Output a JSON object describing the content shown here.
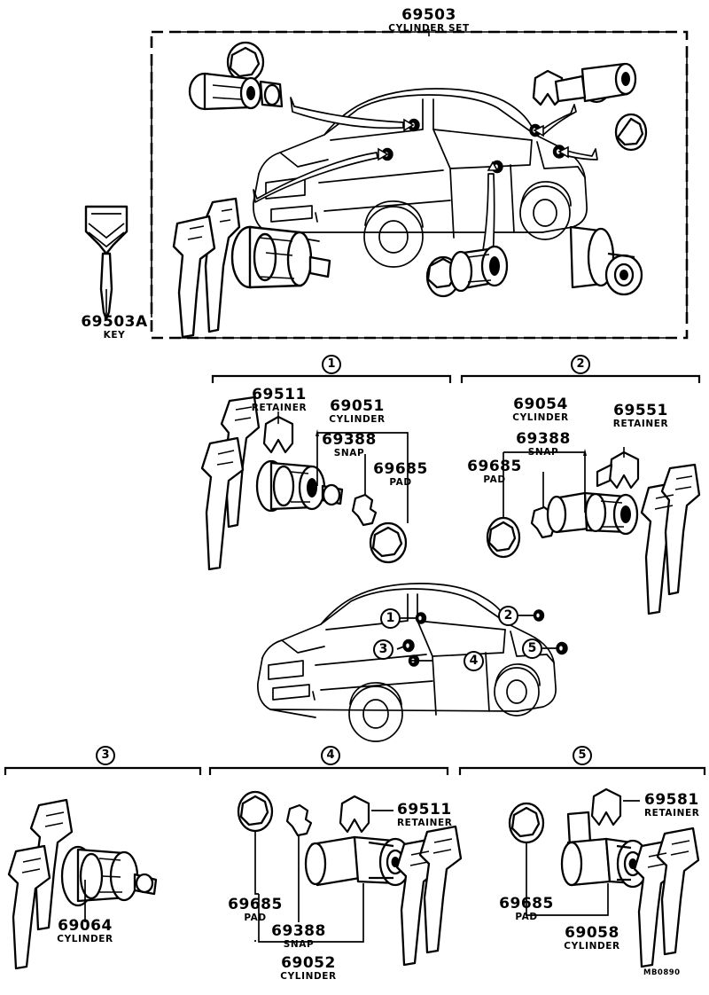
{
  "diagram": {
    "title": {
      "number": "69503",
      "name": "CYLINDER SET"
    },
    "corner_code": "MB0890"
  },
  "key_part": {
    "number": "69503A",
    "name": "KEY"
  },
  "group_markers": {
    "g1": "1",
    "g2": "2",
    "g3": "3",
    "g4": "4",
    "g5": "5"
  },
  "car_callouts": [
    {
      "id": "1",
      "label": "1"
    },
    {
      "id": "2",
      "label": "2"
    },
    {
      "id": "3",
      "label": "3"
    },
    {
      "id": "4",
      "label": "4"
    },
    {
      "id": "5",
      "label": "5"
    }
  ],
  "groups": {
    "group1": {
      "marker": "1",
      "parts": [
        {
          "number": "69511",
          "name": "RETAINER"
        },
        {
          "number": "69051",
          "name": "CYLINDER"
        },
        {
          "number": "69388",
          "name": "SNAP"
        },
        {
          "number": "69685",
          "name": "PAD"
        }
      ]
    },
    "group2": {
      "marker": "2",
      "parts": [
        {
          "number": "69054",
          "name": "CYLINDER"
        },
        {
          "number": "69388",
          "name": "SNAP"
        },
        {
          "number": "69685",
          "name": "PAD"
        },
        {
          "number": "69551",
          "name": "RETAINER"
        }
      ]
    },
    "group3": {
      "marker": "3",
      "parts": [
        {
          "number": "69064",
          "name": "CYLINDER"
        }
      ]
    },
    "group4": {
      "marker": "4",
      "parts": [
        {
          "number": "69511",
          "name": "RETAINER"
        },
        {
          "number": "69685",
          "name": "PAD"
        },
        {
          "number": "69388",
          "name": "SNAP"
        },
        {
          "number": "69052",
          "name": "CYLINDER"
        }
      ]
    },
    "group5": {
      "marker": "5",
      "parts": [
        {
          "number": "69581",
          "name": "RETAINER"
        },
        {
          "number": "69685",
          "name": "PAD"
        },
        {
          "number": "69058",
          "name": "CYLINDER"
        }
      ]
    }
  }
}
